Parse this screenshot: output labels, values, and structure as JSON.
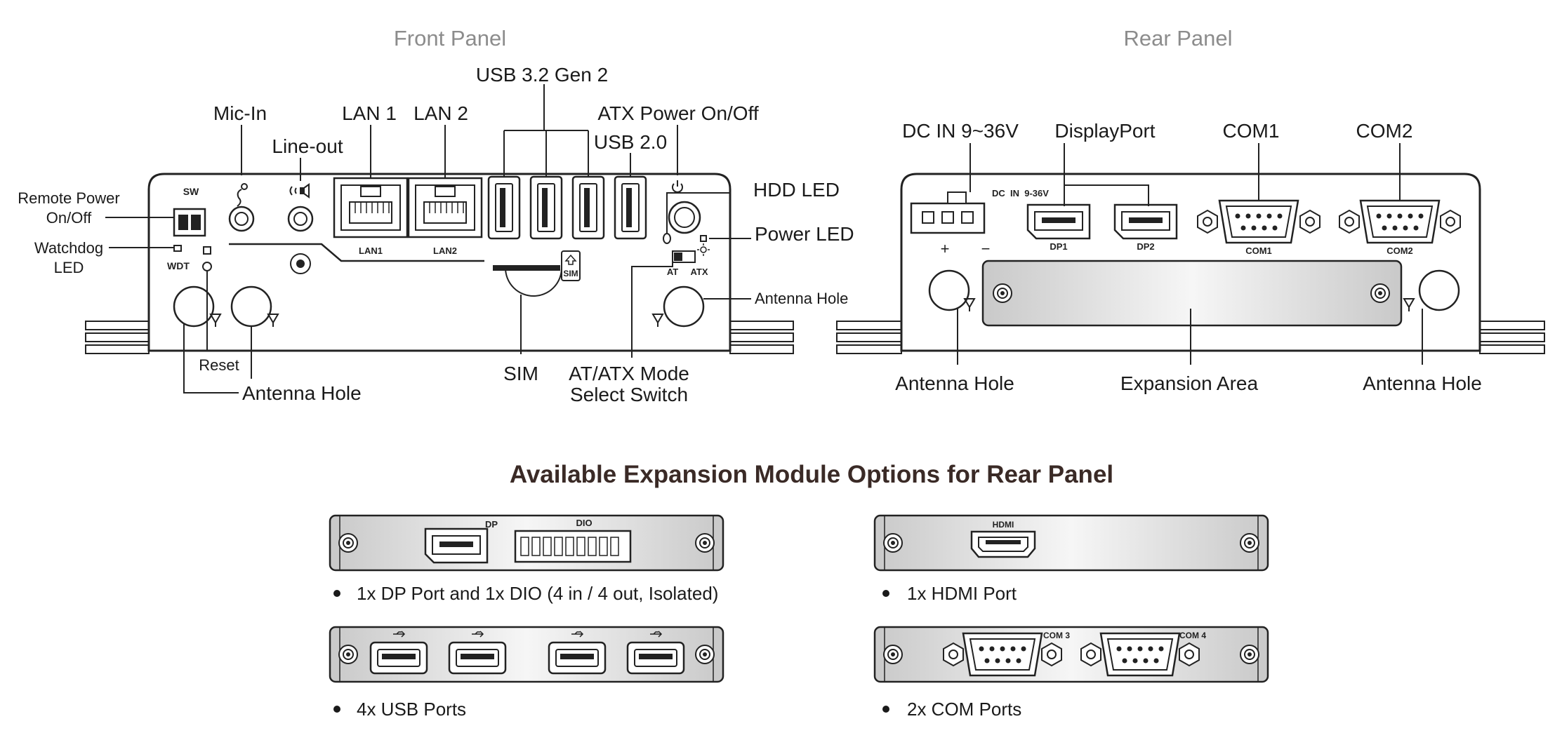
{
  "front_panel": {
    "title": "Front Panel",
    "callouts": {
      "remote_power_1": "Remote Power",
      "remote_power_2": "On/Off",
      "watchdog_1": "Watchdog",
      "watchdog_2": "LED",
      "mic_in": "Mic-In",
      "line_out": "Line-out",
      "lan1": "LAN 1",
      "lan2": "LAN 2",
      "usb32": "USB 3.2 Gen 2",
      "usb20": "USB 2.0",
      "atx_power": "ATX Power On/Off",
      "hdd_led": "HDD LED",
      "power_led": "Power LED",
      "antenna_hole_right": "Antenna Hole",
      "reset": "Reset",
      "antenna_hole_left": "Antenna Hole",
      "sim": "SIM",
      "atat_mode_1": "AT/ATX Mode",
      "atat_mode_2": "Select Switch"
    },
    "silkscreen": {
      "sw": "SW",
      "wdt": "WDT",
      "lan1": "LAN1",
      "lan2": "LAN2",
      "sim": "SIM",
      "at": "AT",
      "atx": "ATX"
    }
  },
  "rear_panel": {
    "title": "Rear Panel",
    "callouts": {
      "dc_in": "DC IN 9~36V",
      "displayport": "DisplayPort",
      "com1": "COM1",
      "com2": "COM2",
      "antenna_hole_left": "Antenna Hole",
      "expansion_area": "Expansion Area",
      "antenna_hole_right": "Antenna Hole"
    },
    "silkscreen": {
      "dc_in": "DC  IN  9-36V",
      "plus": "+",
      "minus": "−",
      "dp1": "DP1",
      "dp2": "DP2",
      "com1": "COM1",
      "com2": "COM2"
    }
  },
  "expansion": {
    "heading": "Available Expansion Module Options for Rear Panel",
    "options": [
      {
        "caption": "1x DP Port and 1x DIO (4 in / 4 out, Isolated)",
        "labels": [
          "DP",
          "DIO"
        ]
      },
      {
        "caption": "1x HDMI Port",
        "labels": [
          "HDMI"
        ]
      },
      {
        "caption": "4x USB Ports",
        "labels": []
      },
      {
        "caption": "2x COM Ports",
        "labels": [
          "COM 3",
          "COM 4"
        ]
      }
    ]
  },
  "colors": {
    "title_gray": "#8c8c8c",
    "line": "#2a2a2a",
    "heading": "#3a2a26"
  }
}
